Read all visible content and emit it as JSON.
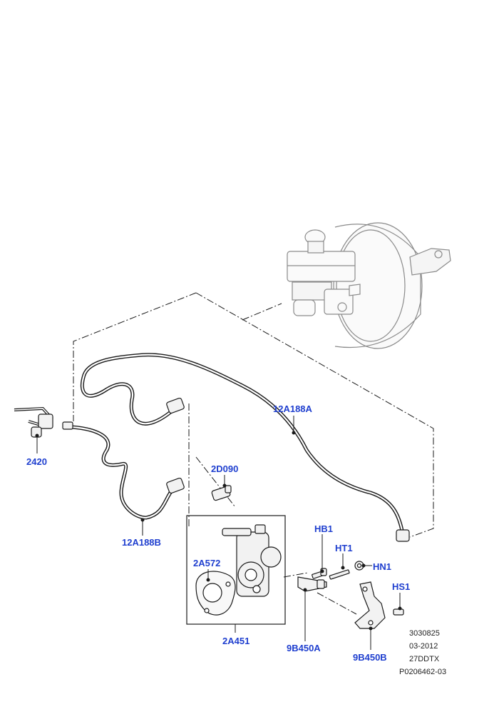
{
  "callouts": {
    "master_cylinder_booster": "",
    "c2420": "2420",
    "c12A188A": "12A188A",
    "c12A188B": "12A188B",
    "c2D090": "2D090",
    "c2A572": "2A572",
    "c2A451": "2A451",
    "cHB1": "HB1",
    "cHT1": "HT1",
    "cHN1": "HN1",
    "cHS1": "HS1",
    "c9B450A": "9B450A",
    "c9B450B": "9B450B"
  },
  "meta": {
    "code": "3030825",
    "date": "03-2012",
    "model": "27DDTX",
    "ref": "P0206462-03"
  },
  "colors": {
    "callout": "#1f3fcf",
    "line": "#1a1a1a",
    "part_fill": "#f2f2f2",
    "booster_stroke": "#888888"
  }
}
